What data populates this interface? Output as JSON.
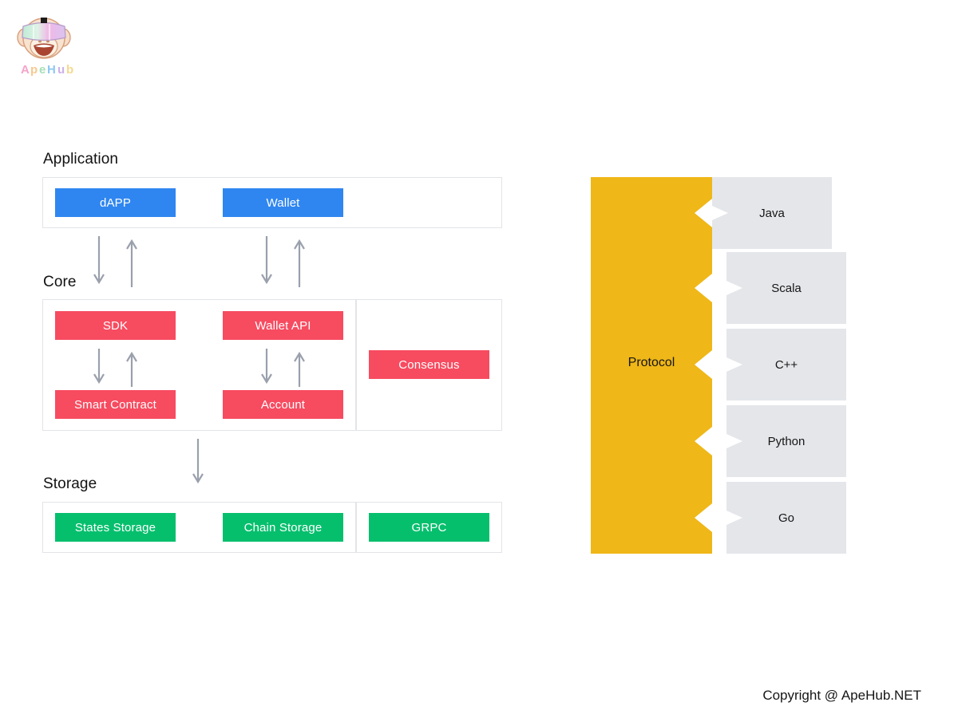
{
  "brand": {
    "logo_icon": "apehub-ape-vr-logo",
    "logo_text": "ApeHub"
  },
  "diagram": {
    "title_application": "Application",
    "title_core": "Core",
    "title_storage": "Storage",
    "layers": {
      "application": {
        "label": "Application",
        "chips": [
          {
            "label": "dAPP",
            "color": "#2f86f0"
          },
          {
            "label": "Wallet",
            "color": "#2f86f0"
          }
        ]
      },
      "core": {
        "label": "Core",
        "chips": [
          {
            "label": "SDK",
            "color": "#f74b60"
          },
          {
            "label": "Wallet API",
            "color": "#f74b60"
          },
          {
            "label": "Smart Contract",
            "color": "#f74b60"
          },
          {
            "label": "Account",
            "color": "#f74b60"
          }
        ],
        "side_chips": [
          {
            "label": "Consensus",
            "color": "#f74b60"
          }
        ]
      },
      "storage": {
        "label": "Storage",
        "chips": [
          {
            "label": "States Storage",
            "color": "#06bf6d"
          },
          {
            "label": "Chain Storage",
            "color": "#06bf6d"
          }
        ],
        "side_chips": [
          {
            "label": "GRPC",
            "color": "#06bf6d"
          }
        ]
      }
    },
    "arrows": {
      "icon_down": "arrow-down-icon",
      "icon_up": "arrow-up-icon",
      "color": "#9aa0ac"
    }
  },
  "protocol": {
    "label": "Protocol",
    "color": "#efb717",
    "languages": [
      {
        "label": "Java"
      },
      {
        "label": "Scala"
      },
      {
        "label": "C++"
      },
      {
        "label": "Python"
      },
      {
        "label": "Go"
      }
    ],
    "language_box_color": "#e4e6ea"
  },
  "footer": {
    "copyright": "Copyright @ ApeHub.NET"
  }
}
